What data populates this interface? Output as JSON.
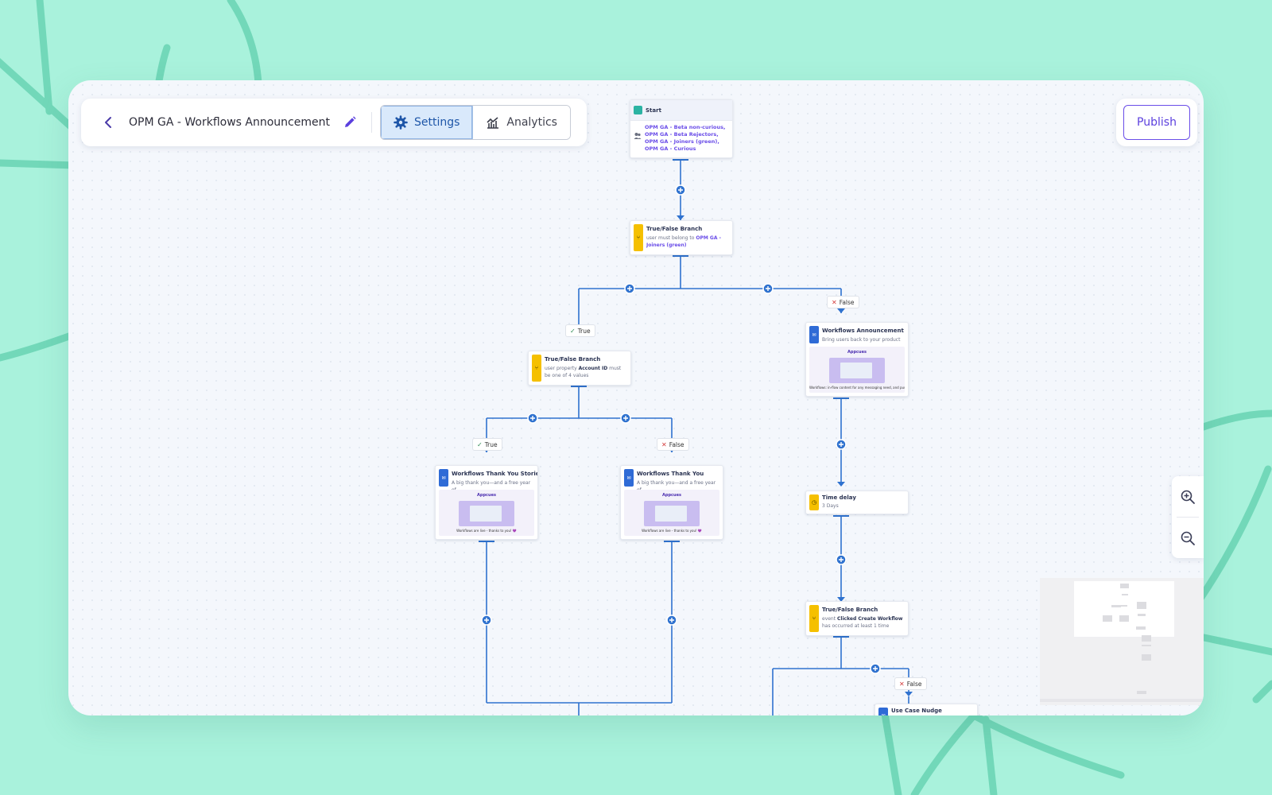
{
  "toolbar": {
    "workflow_title": "OPM GA - Workflows Announcement",
    "tabs": [
      {
        "label": "Settings",
        "active": true
      },
      {
        "label": "Analytics",
        "active": false
      }
    ]
  },
  "publish_label": "Publish",
  "icons": {
    "back": "chevron-left-icon",
    "edit": "pencil-icon",
    "settings": "gear-icon",
    "analytics": "chart-icon",
    "zoom_in": "zoom-in-icon",
    "zoom_out": "zoom-out-icon"
  },
  "colors": {
    "background": "#a9f2dc",
    "connector": "#2f72cf",
    "accent": "#6a4de8",
    "branch": "#f5c000",
    "email": "#2f6bd6",
    "start": "#2bb3a3"
  },
  "nodes": {
    "start": {
      "title": "Start",
      "desc": "OPM GA - Beta non-curious, OPM GA - Beta Rejectors, OPM GA - Joiners (green), OPM GA - Curious"
    },
    "branch1": {
      "title": "True/False Branch",
      "desc_pre": "user must belong to",
      "desc_hl": "OPM GA - Joiners (green)"
    },
    "branch2": {
      "title": "True/False Branch",
      "desc_pre": "user property",
      "desc_b": "Account ID",
      "desc_post": "must be one of 4 values"
    },
    "announcement": {
      "title": "Workflows Announcement",
      "desc": "Bring users back to your product—...",
      "logo": "Appcues",
      "caption": "Workflows: in-flow content for any messaging need, and push notifications ⚡"
    },
    "stories": {
      "title": "Workflows Thank You Stories",
      "desc": "A big thank you—and a free year of...",
      "logo": "Appcues",
      "caption": "Workflows are live - thanks to you! 💜"
    },
    "thankyou": {
      "title": "Workflows Thank You",
      "desc": "A big thank you—and a free year of...",
      "logo": "Appcues",
      "caption": "Workflows are live - thanks to you! 💜"
    },
    "delay": {
      "title": "Time delay",
      "desc": "3 Days"
    },
    "branch3": {
      "title": "True/False Branch",
      "desc_pre": "event",
      "desc_b": "Clicked Create Workflow",
      "desc_post": "has occurred at least 1 time"
    },
    "nudge": {
      "title": "Use Case Nudge"
    }
  },
  "labels": {
    "true1": "True",
    "false1": "False",
    "true2": "True",
    "false2": "False",
    "false3": "False"
  }
}
